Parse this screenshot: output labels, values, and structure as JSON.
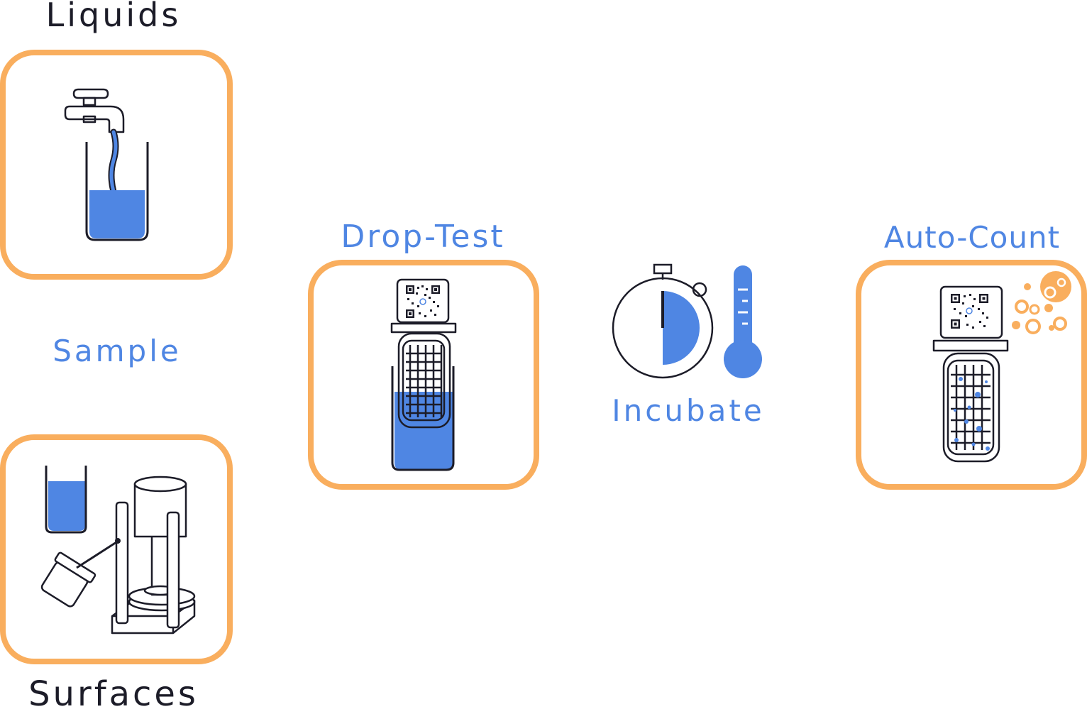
{
  "labels": {
    "liquids": "Liquids",
    "sample": "Sample",
    "surfaces": "Surfaces",
    "drop_test": "Drop-Test",
    "incubate": "Incubate",
    "auto_count": "Auto-Count"
  },
  "colors": {
    "accent_orange": "#f9ae5e",
    "liquid_blue": "#4f86e3",
    "outline": "#1c1c28"
  },
  "icons": {
    "liquids": "faucet-beaker-icon",
    "surfaces": "swab-stand-icon",
    "drop_test": "test-cartridge-in-beaker-icon",
    "incubate": [
      "stopwatch-icon",
      "thermometer-icon"
    ],
    "auto_count": "cartridge-colony-count-icon"
  }
}
